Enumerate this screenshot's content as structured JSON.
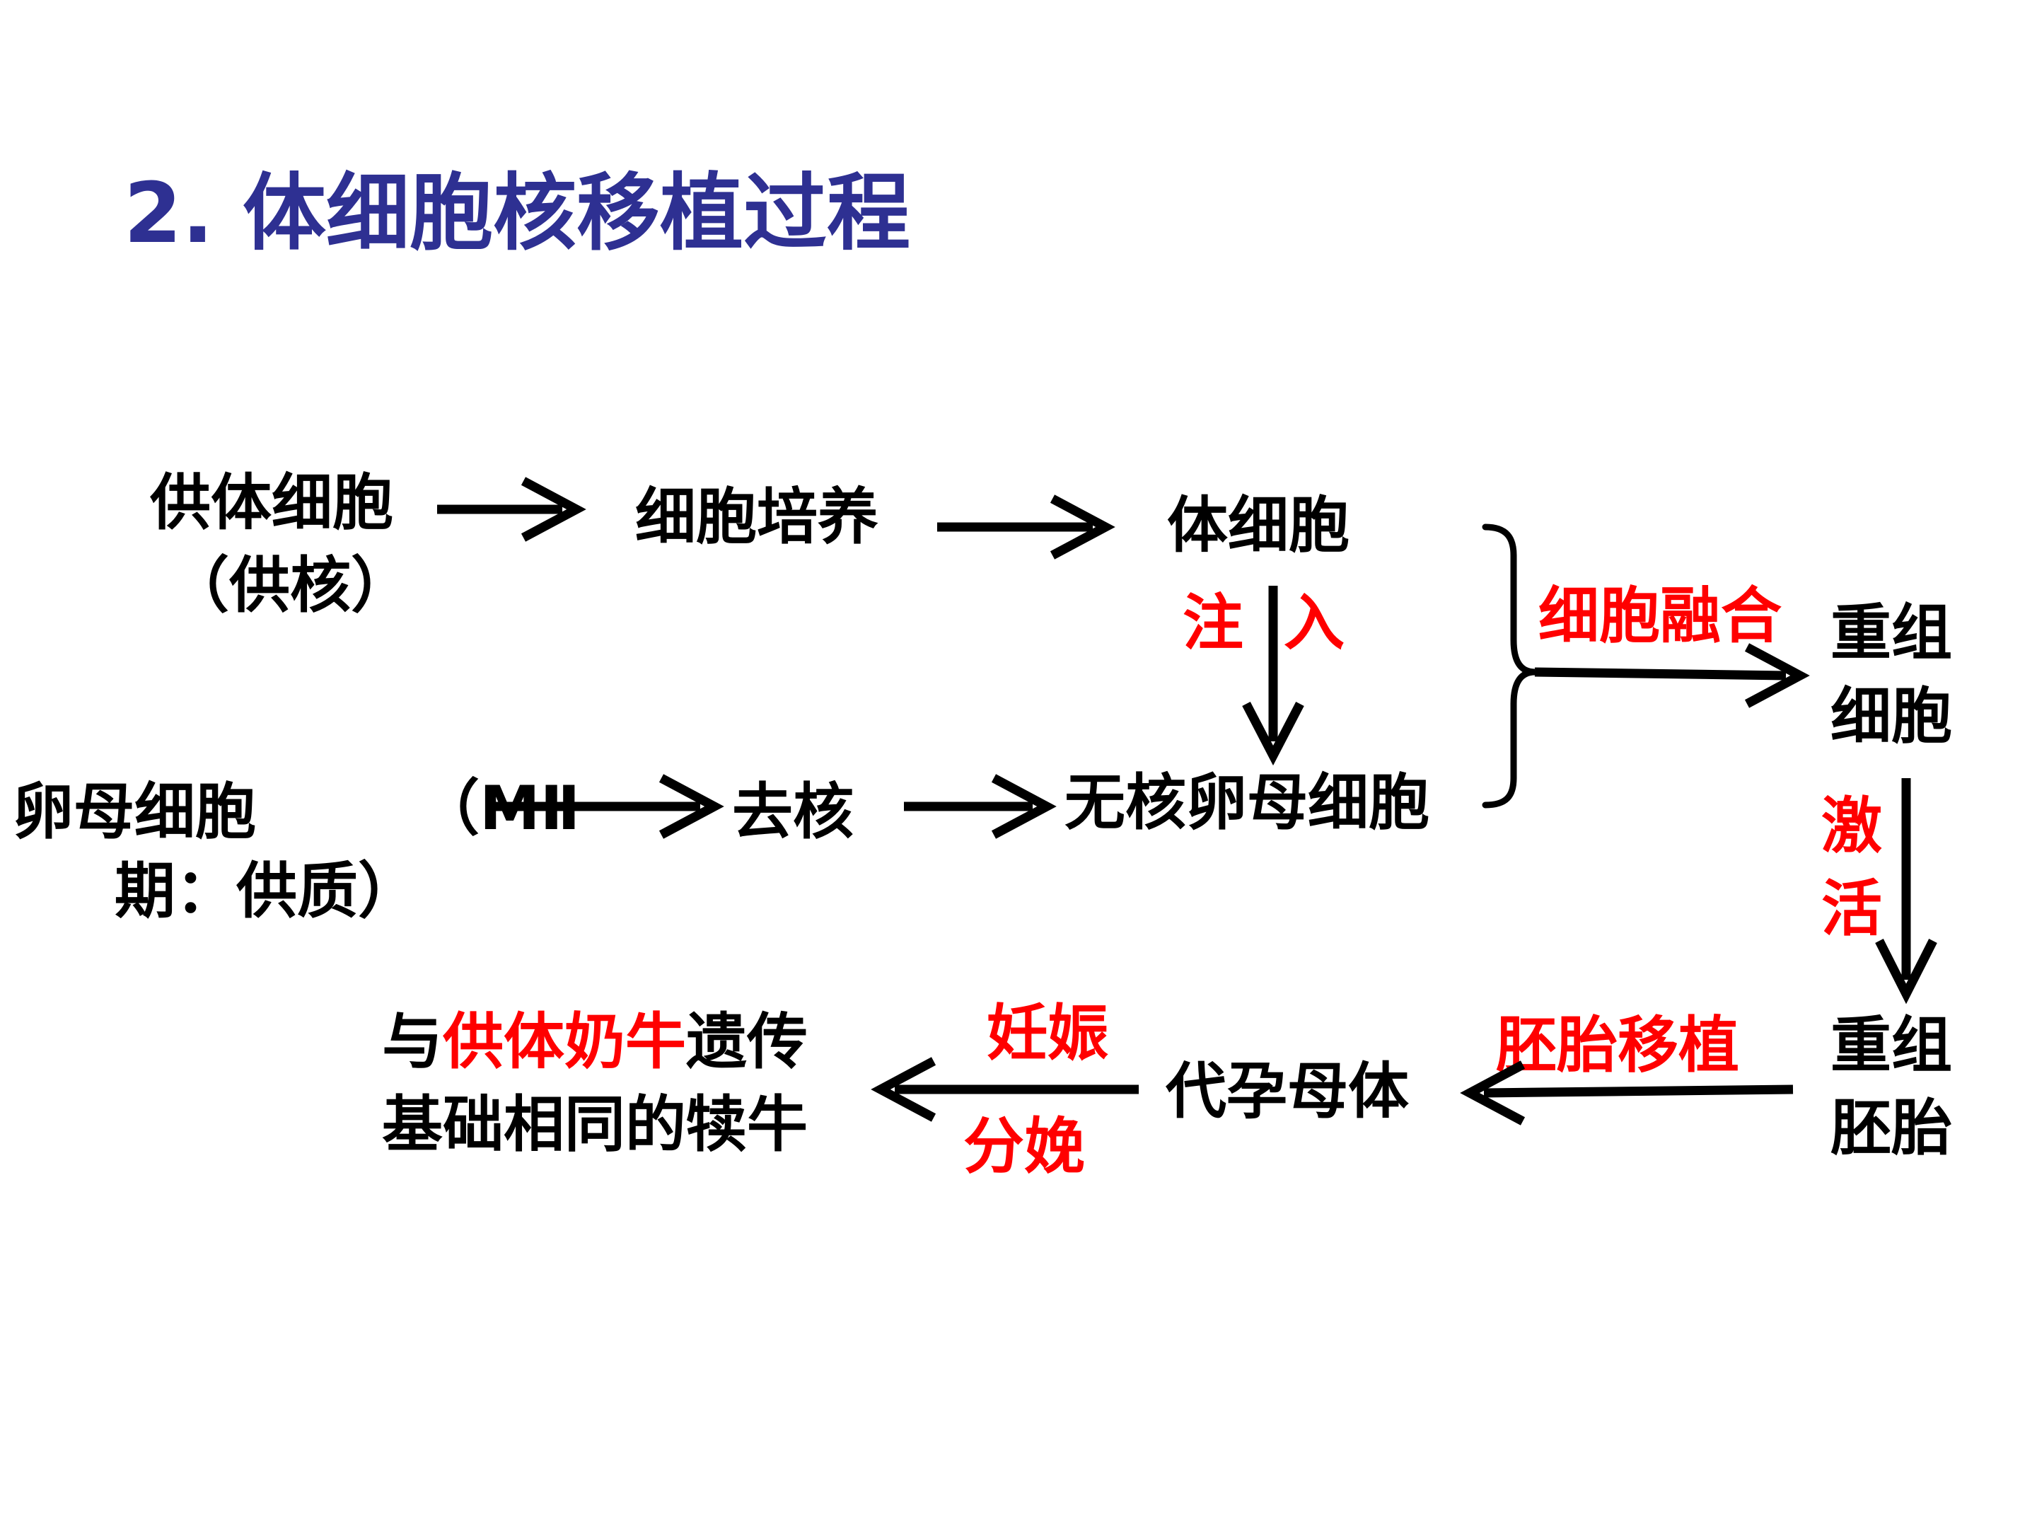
{
  "title": "2. 体细胞核移植过程",
  "nodes": {
    "donor_cell": "供体细胞",
    "donor_nucleus": "（供核）",
    "cell_culture": "细胞培养",
    "somatic_cell": "体细胞",
    "oocyte": "卵母细胞",
    "oocyte_stage_open": "（MⅡ",
    "oocyte_stage_rest": "期：供质）",
    "enucleation": "去核",
    "enucleated_oocyte": "无核卵母细胞",
    "recombined_cell_1": "重组",
    "recombined_cell_2": "细胞",
    "recombined_embryo_1": "重组",
    "recombined_embryo_2": "胚胎",
    "surrogate": "代孕母体",
    "result_prefix": "与",
    "result_highlight": "供体奶牛",
    "result_suffix": "遗传",
    "result_line2": "基础相同的犊牛"
  },
  "steps": {
    "inject_1": "注",
    "inject_2": "入",
    "fusion": "细胞融合",
    "activation_1": "激",
    "activation_2": "活",
    "embryo_transfer": "胚胎移植",
    "pregnancy": "妊娠",
    "delivery": "分娩"
  },
  "colors": {
    "title": "#2e3092",
    "highlight": "#ff0000",
    "text": "#000000"
  }
}
